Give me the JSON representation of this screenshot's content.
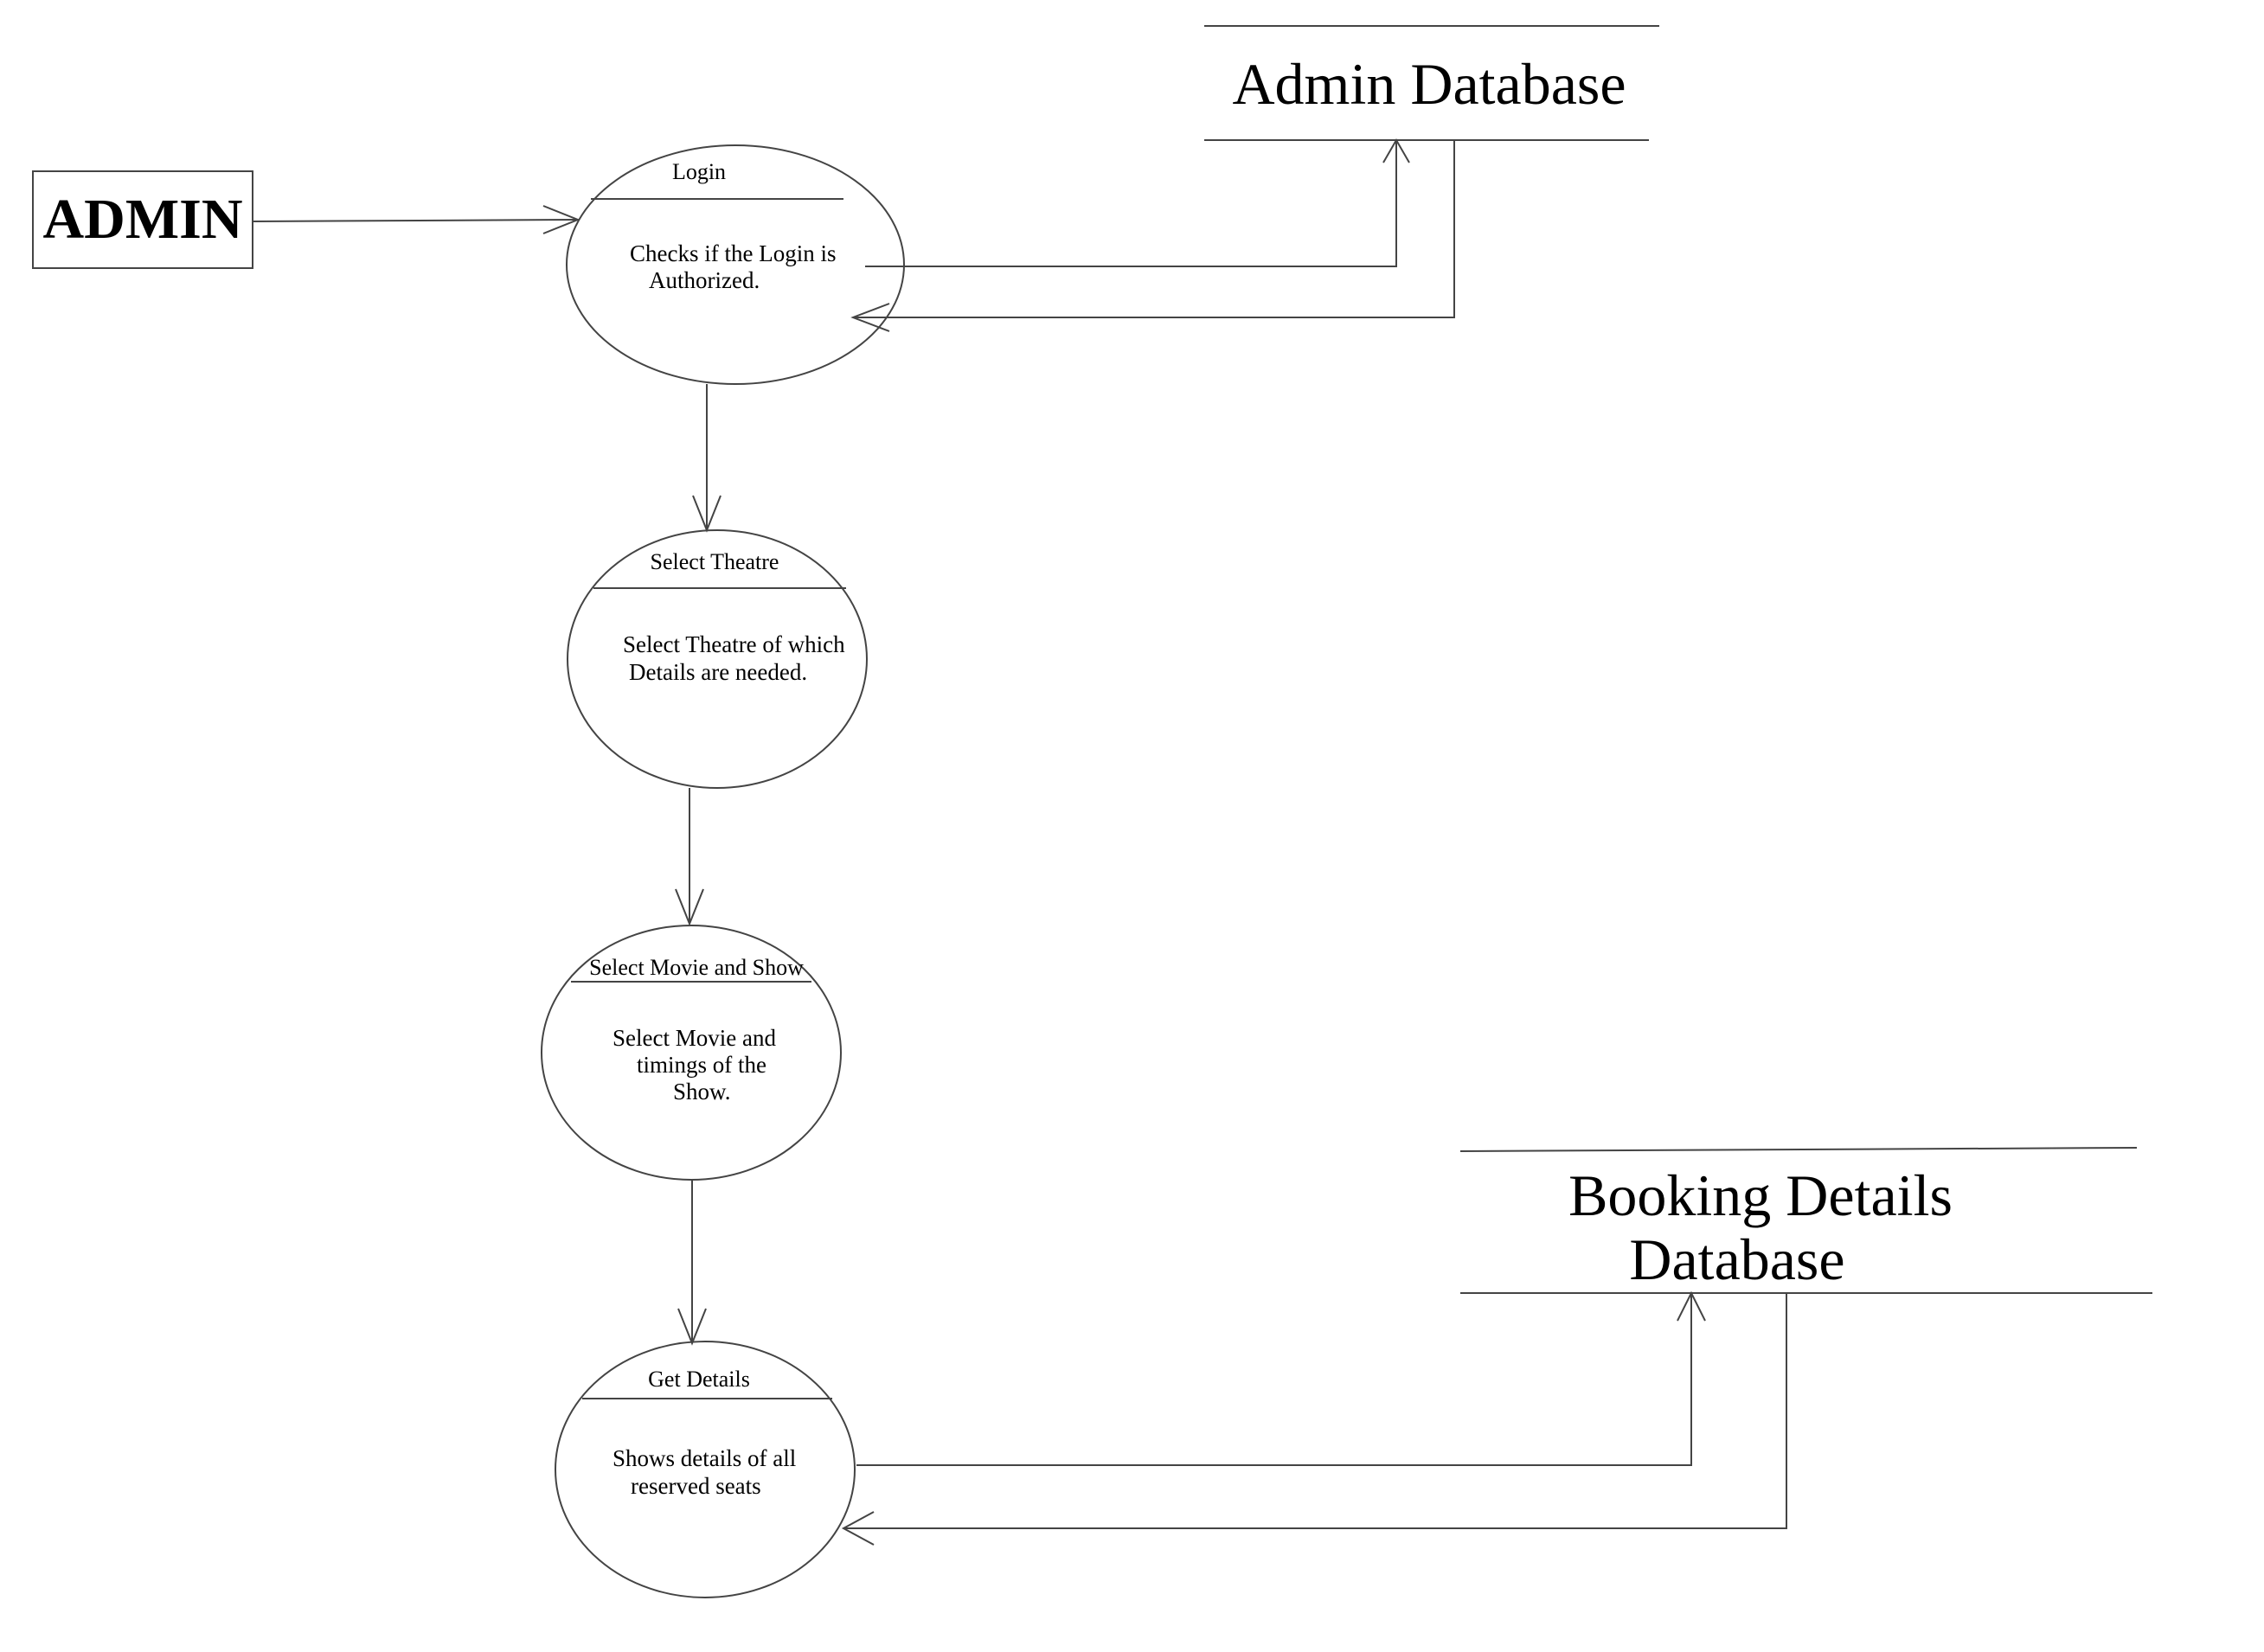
{
  "external_entity": {
    "label": "ADMIN"
  },
  "data_stores": {
    "admin_db": {
      "label": "Admin Database"
    },
    "booking_db": {
      "line1": "Booking Details",
      "line2": "Database"
    }
  },
  "processes": {
    "login": {
      "title": "Login",
      "desc": [
        "Checks if the Login is",
        "Authorized."
      ]
    },
    "select_theatre": {
      "title": "Select Theatre",
      "desc": [
        "Select Theatre of which",
        "Details are needed."
      ]
    },
    "select_movie": {
      "title": "Select Movie and Show",
      "desc": [
        "Select Movie and",
        "timings of the",
        "Show."
      ]
    },
    "get_details": {
      "title": "Get Details",
      "desc": [
        "Shows details of all",
        "reserved seats"
      ]
    }
  }
}
